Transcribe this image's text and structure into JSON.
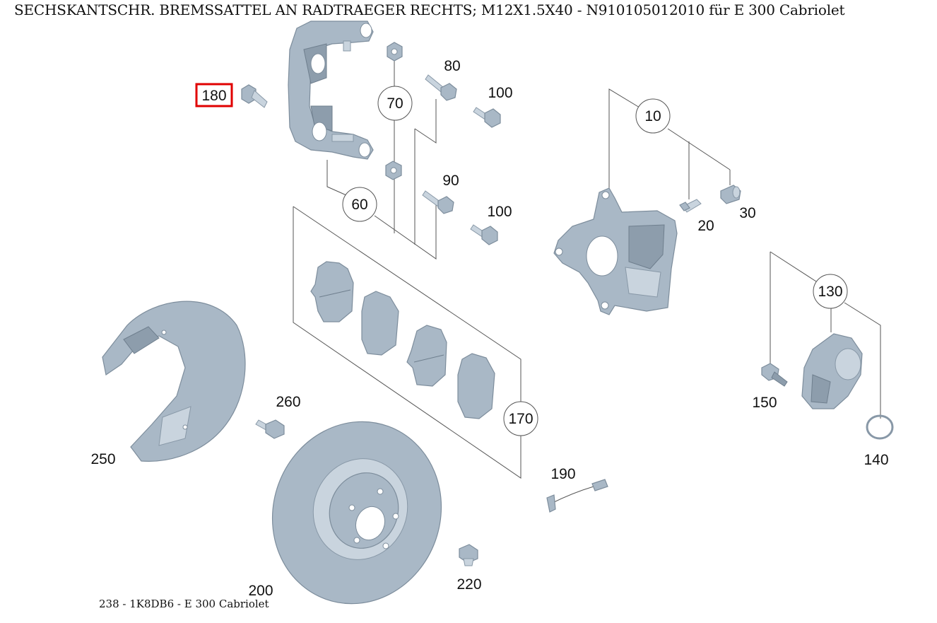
{
  "header": {
    "title": "SECHSKANTSCHR. BREMSSATTEL AN RADTRAEGER RECHTS; M12X1.5X40 - N910105012010 für E 300 Cabriolet"
  },
  "footer": {
    "text": "238 - 1K8DB6 - E 300 Cabriolet"
  },
  "highlight_color": "#e00000",
  "part_color": "#a9b8c6",
  "labels": {
    "p10": "10",
    "p20": "20",
    "p30": "30",
    "p60": "60",
    "p70": "70",
    "p80": "80",
    "p90": "90",
    "p100a": "100",
    "p100b": "100",
    "p130": "130",
    "p140": "140",
    "p150": "150",
    "p170": "170",
    "p180": "180",
    "p190": "190",
    "p200": "200",
    "p220": "220",
    "p250": "250",
    "p260": "260"
  }
}
